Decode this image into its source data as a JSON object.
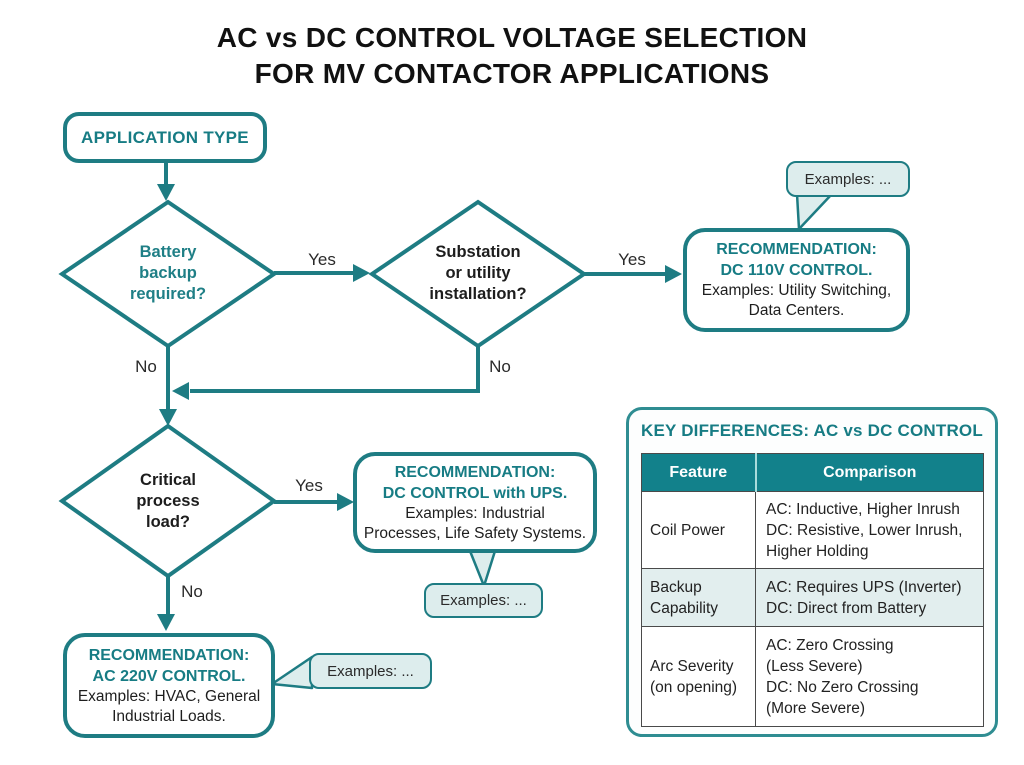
{
  "title": "AC vs DC CONTROL VOLTAGE SELECTION\nFOR MV CONTACTOR APPLICATIONS",
  "colors": {
    "teal_stroke": "#1e7c83",
    "teal_text": "#177c84",
    "dark_text": "#1d1d1d",
    "bubble_fill": "#ddeded",
    "table_header_bg": "#12818b",
    "table_alt_row_bg": "#e2eeee"
  },
  "flowchart": {
    "start": {
      "label": "APPLICATION TYPE"
    },
    "decisions": [
      {
        "id": "battery",
        "label": "Battery\nbackup\nrequired?"
      },
      {
        "id": "substation",
        "label": "Substation\nor utility\ninstallation?"
      },
      {
        "id": "critical",
        "label": "Critical\nprocess\nload?"
      }
    ],
    "edge_labels": {
      "yes": "Yes",
      "no": "No"
    },
    "recommendations": [
      {
        "id": "dc110",
        "title": "RECOMMENDATION:\nDC 110V CONTROL.",
        "body": "Examples: Utility Switching,\nData Centers."
      },
      {
        "id": "dc_ups",
        "title": "RECOMMENDATION:\nDC CONTROL with UPS.",
        "body": "Examples: Industrial\nProcesses, Life Safety Systems."
      },
      {
        "id": "ac220",
        "title": "RECOMMENDATION:\nAC 220V CONTROL.",
        "body": "Examples: HVAC, General\nIndustrial Loads."
      }
    ],
    "callout_label": "Examples: ..."
  },
  "key_differences": {
    "title": "KEY DIFFERENCES: AC vs DC CONTROL",
    "columns": [
      "Feature",
      "Comparison"
    ],
    "rows": [
      {
        "feature": "Coil Power",
        "comparison": "AC: Inductive, Higher Inrush\nDC: Resistive, Lower Inrush,\nHigher Holding"
      },
      {
        "feature": "Backup\nCapability",
        "comparison": "AC: Requires UPS (Inverter)\nDC: Direct from Battery"
      },
      {
        "feature": "Arc Severity\n(on opening)",
        "comparison": "AC: Zero Crossing\n(Less Severe)\nDC: No Zero Crossing\n(More Severe)"
      }
    ]
  }
}
